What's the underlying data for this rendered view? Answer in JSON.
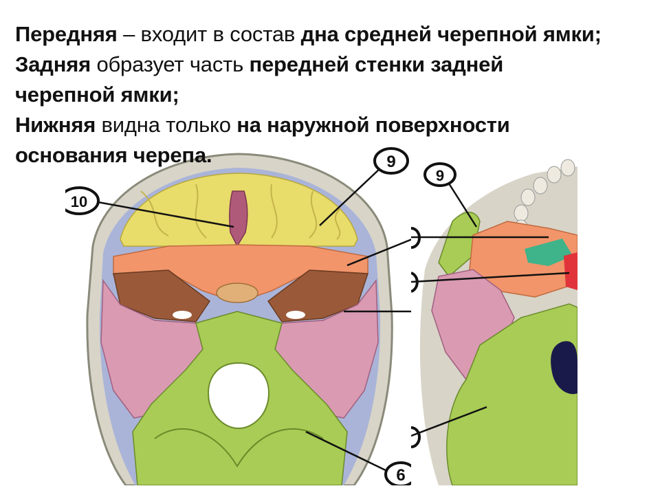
{
  "text": {
    "line1": {
      "b1": "Передняя",
      "t1": " – входит в состав ",
      "b2": "дна средней черепной ямки;"
    },
    "line2": {
      "b1": "Задняя",
      "t1": " образует часть ",
      "b2": "передней стенки задней"
    },
    "line3": {
      "b1": "черепной ямки;"
    },
    "line4": {
      "b1": "Нижняя",
      "t1": " видна только ",
      "b2": "на наружной поверхности"
    },
    "line5": {
      "b1": "основания черепа."
    }
  },
  "labels": {
    "left_9": "9",
    "left_10": "10",
    "left_6": "6",
    "right_9": "9"
  },
  "colors": {
    "frontal_yellow": "#e8dc6a",
    "sphenoid_orange": "#f2956a",
    "ethmoid_pink": "#b05a7a",
    "temporal_pink": "#d99ab2",
    "temporal_brown": "#9a5a3a",
    "occipital_green": "#a8cc55",
    "parietal_blue": "#aab4d8",
    "vomer_green": "#3fb38a",
    "red_accent": "#e0343a"
  }
}
